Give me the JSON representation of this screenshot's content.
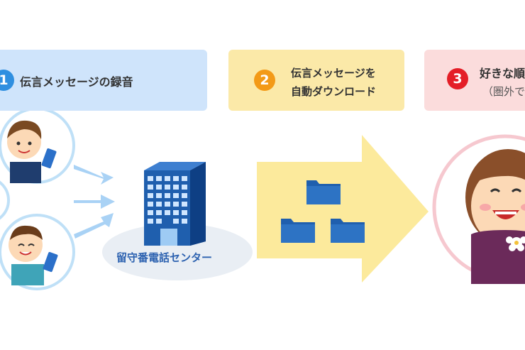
{
  "steps": [
    {
      "number": "1",
      "label": "伝言メッセージの録音"
    },
    {
      "number": "2",
      "label_line1": "伝言メッセージを",
      "label_line2": "自動ダウンロード"
    },
    {
      "number": "3",
      "label_line1": "好きな順",
      "label_line2": "（圏外で"
    }
  ],
  "center": {
    "label": "留守番電話センター"
  },
  "colors": {
    "step1_bg": "#cfe4fb",
    "step2_bg": "#fbe9a8",
    "step3_bg": "#fbdcdc",
    "accent_blue": "#2f8fe0",
    "accent_orange": "#f39a17",
    "accent_red": "#e41e27",
    "big_arrow": "#fcea9c",
    "folder": "#1f5fae"
  },
  "icons": [
    "person-with-phone-icon",
    "building-icon",
    "folder-icon",
    "smiling-woman-icon",
    "flower-icon"
  ]
}
